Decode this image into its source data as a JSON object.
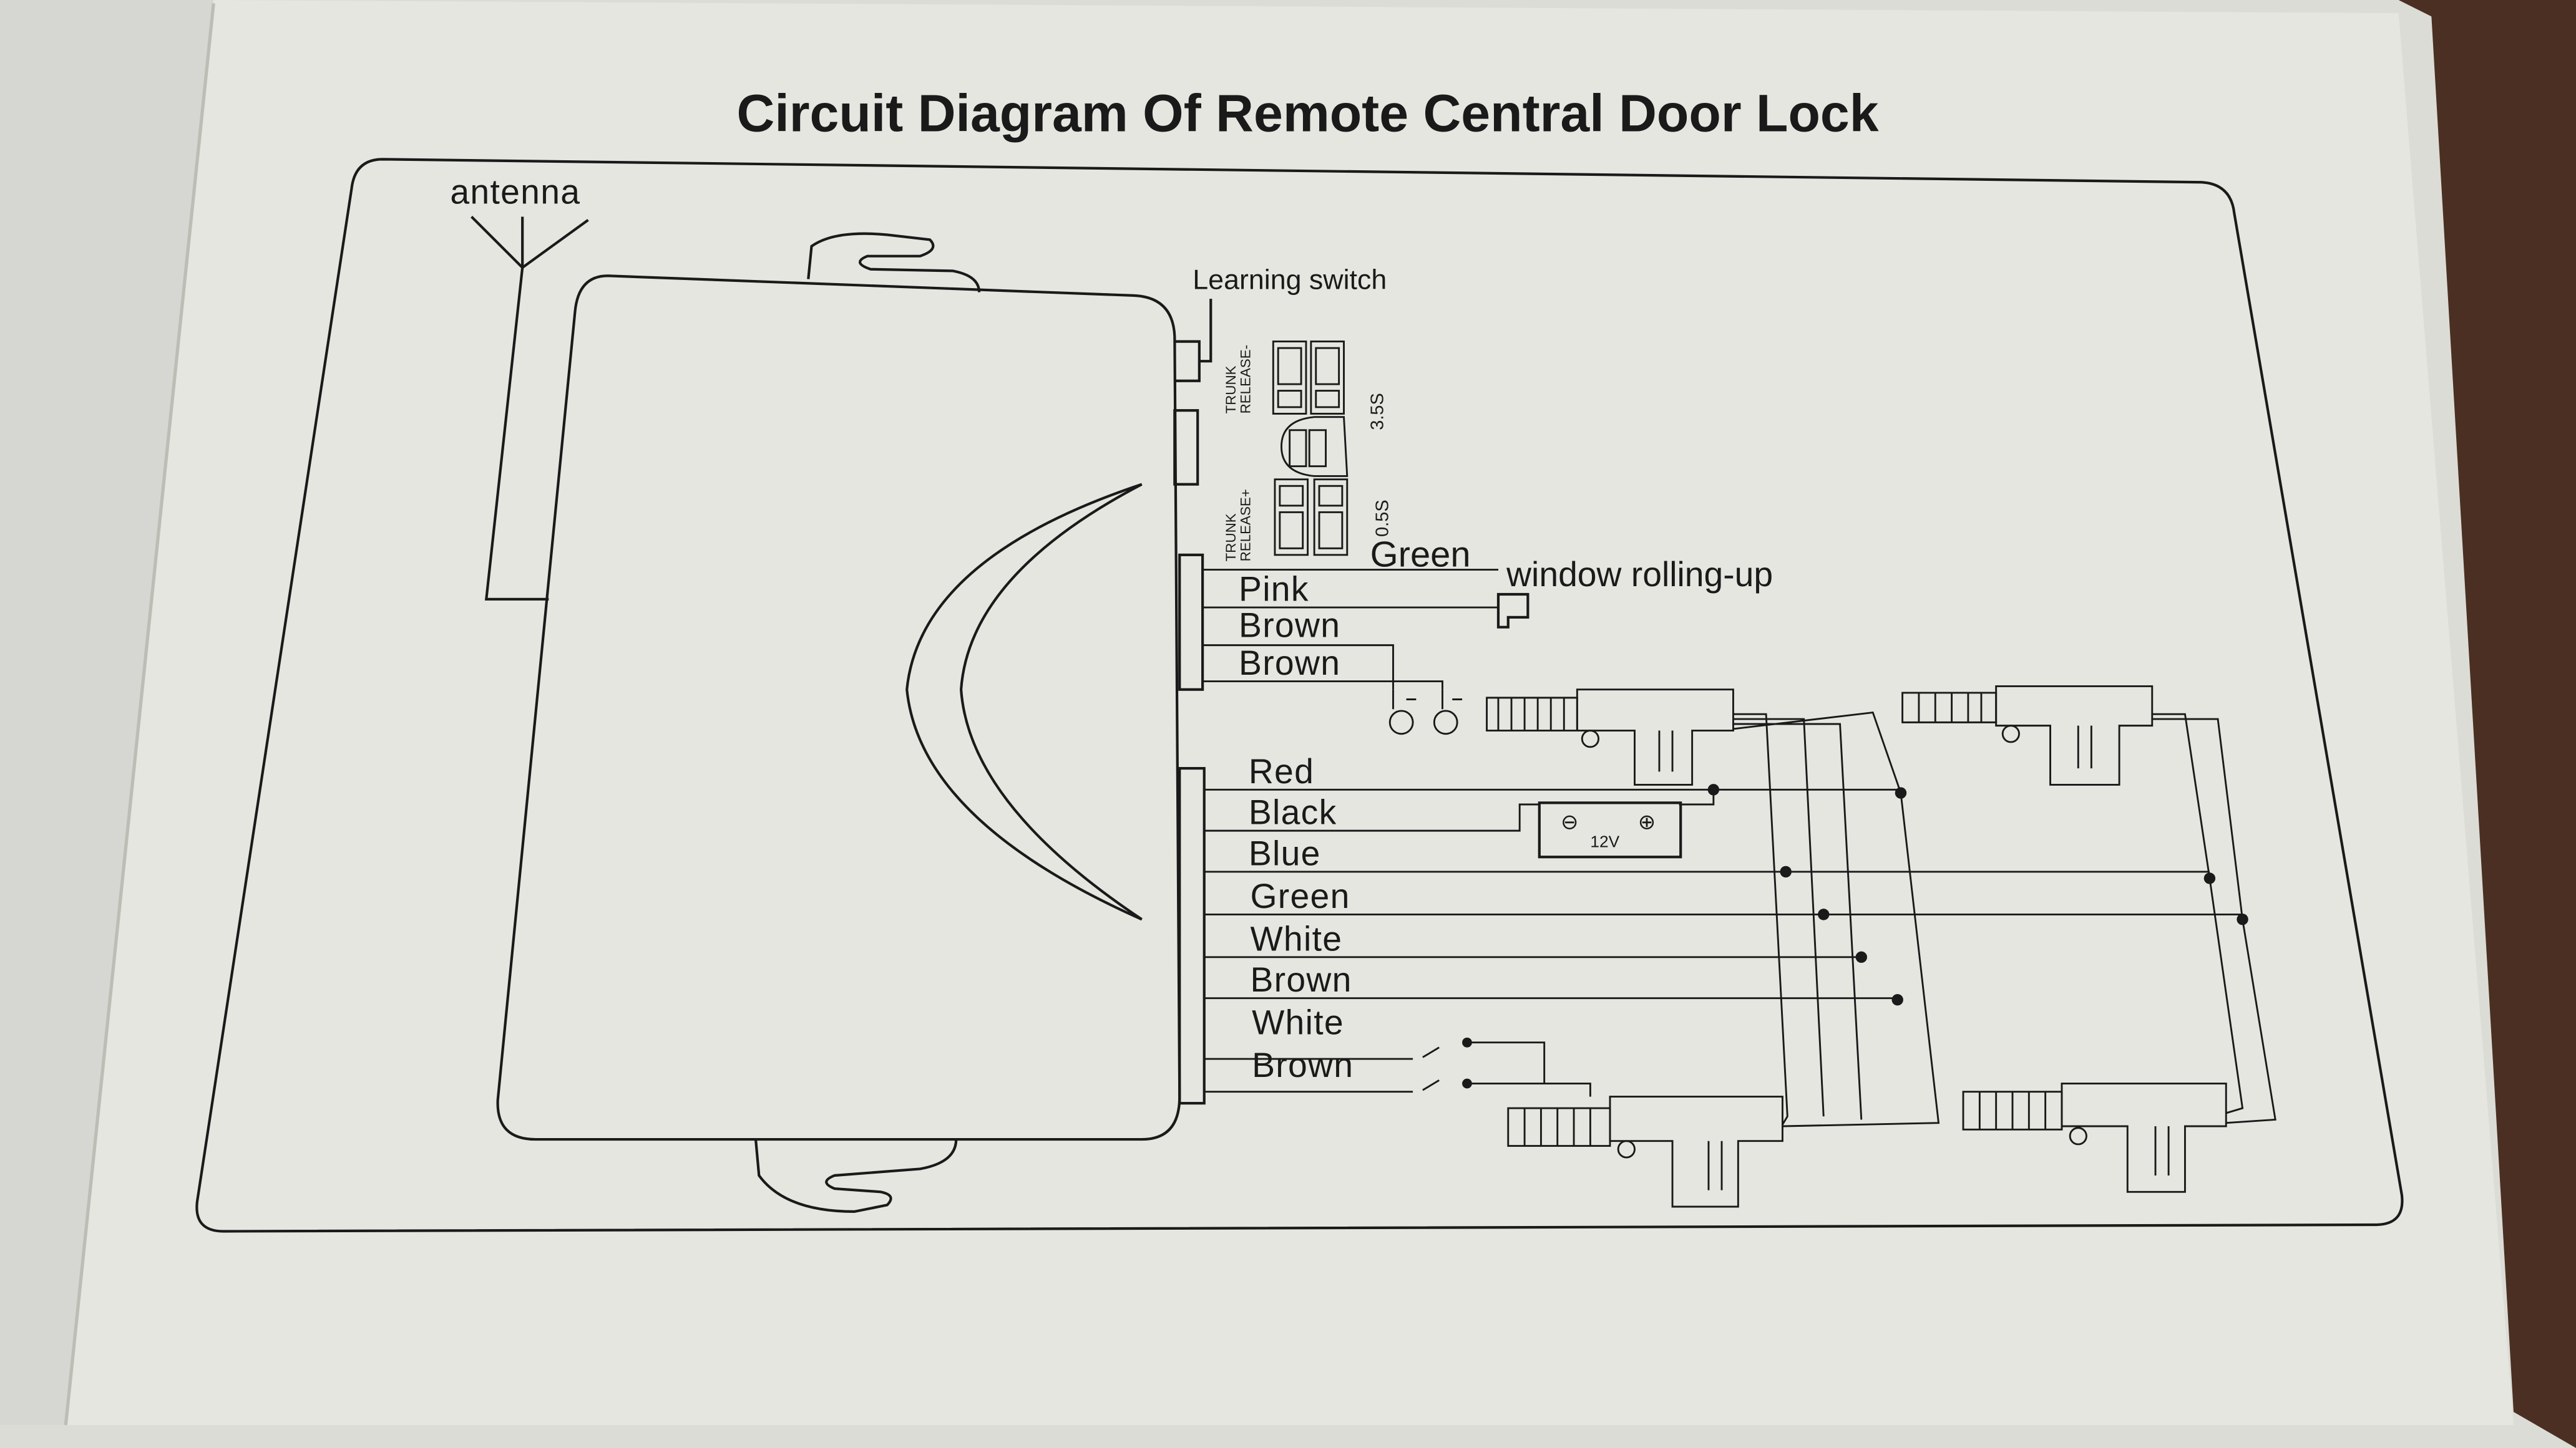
{
  "title": "Circuit Diagram Of Remote Central Door Lock",
  "labels": {
    "antenna": "antenna",
    "learning_switch": "Learning switch",
    "trunk_release_minus": [
      "TRUNK",
      "RELEASE-"
    ],
    "trunk_release_plus": [
      "TRUNK",
      "RELEASE+"
    ],
    "time_long": "3.5S",
    "time_short": "0.5S",
    "window_rolling_up": "window rolling-up",
    "battery": "12V",
    "battery_negative": "⊖",
    "battery_positive": "⊕"
  },
  "upper_wires": [
    "Green",
    "Pink",
    "Brown",
    "Brown"
  ],
  "lower_wires": [
    "Red",
    "Black",
    "Blue",
    "Green",
    "White",
    "Brown",
    "White",
    "Brown"
  ],
  "colors": {
    "paper": "#e4e4df",
    "ink": "#1a1a1a",
    "wood": "#4a2f22"
  }
}
